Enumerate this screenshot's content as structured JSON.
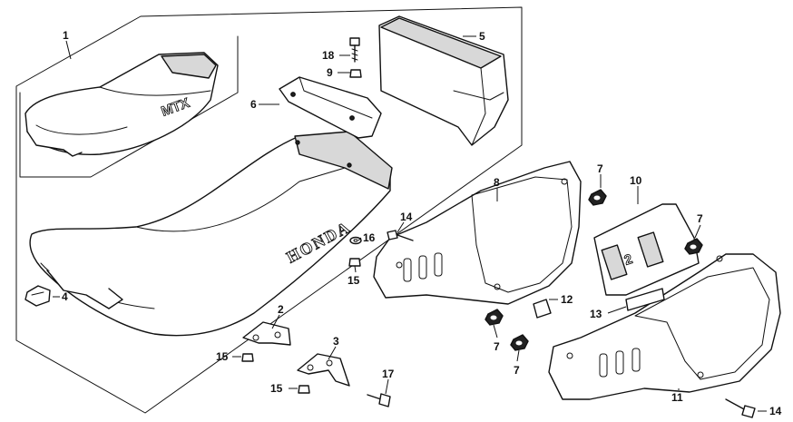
{
  "seat_brand_text": "HONDA",
  "seat_model_text": "MTX",
  "number_plate_text": "2",
  "callouts": {
    "c1": "1",
    "c2": "2",
    "c3": "3",
    "c4": "4",
    "c5": "5",
    "c6": "6",
    "c7a": "7",
    "c7b": "7",
    "c7c": "7",
    "c7d": "7",
    "c8": "8",
    "c9": "9",
    "c10": "10",
    "c11": "11",
    "c12": "12",
    "c13": "13",
    "c14a": "14",
    "c14b": "14",
    "c15a": "15",
    "c15b": "15",
    "c15c": "15",
    "c16": "16",
    "c17": "17",
    "c18": "18"
  }
}
